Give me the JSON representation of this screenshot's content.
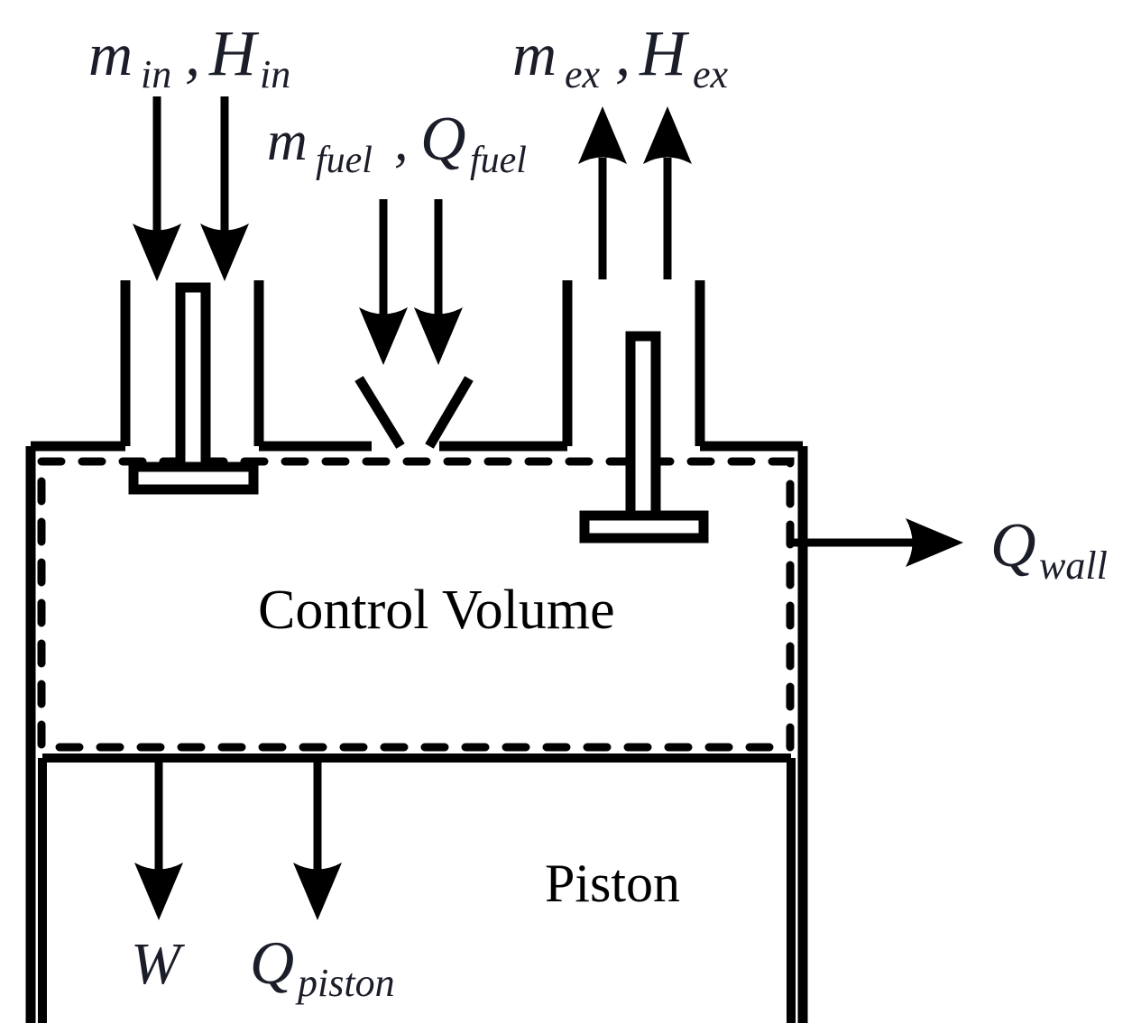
{
  "diagram": {
    "title": "Engine cylinder control volume energy balance",
    "background_color": "#ffffff",
    "line_color": "#000000",
    "label_color": "#1b1d29",
    "labels": {
      "intake": {
        "var1": "m",
        "sub1": "in",
        "sep": ", ",
        "var2": "H",
        "sub2": "in"
      },
      "exhaust": {
        "var1": "m",
        "sub1": "ex",
        "sep": ", ",
        "var2": "H",
        "sub2": "ex"
      },
      "fuel": {
        "var1": "m",
        "sub1": "fuel",
        "sep": ", ",
        "var2": "Q",
        "sub2": "fuel"
      },
      "wall": {
        "var1": "Q",
        "sub1": "wall"
      },
      "work": {
        "var1": "W"
      },
      "piston_heat": {
        "var1": "Q",
        "sub1": "piston"
      },
      "control_volume": "Control Volume",
      "piston": "Piston"
    },
    "arrows": [
      {
        "name": "intake-arrow-left",
        "direction": "down"
      },
      {
        "name": "intake-arrow-right",
        "direction": "down"
      },
      {
        "name": "fuel-arrow-left",
        "direction": "down"
      },
      {
        "name": "fuel-arrow-right",
        "direction": "down"
      },
      {
        "name": "exhaust-arrow-left",
        "direction": "up"
      },
      {
        "name": "exhaust-arrow-right",
        "direction": "up"
      },
      {
        "name": "wall-heat-arrow",
        "direction": "right"
      },
      {
        "name": "work-arrow",
        "direction": "down"
      },
      {
        "name": "piston-heat-arrow",
        "direction": "down"
      }
    ],
    "components": [
      {
        "name": "cylinder-wall",
        "style": "solid"
      },
      {
        "name": "control-volume-boundary",
        "style": "dashed"
      },
      {
        "name": "intake-valve",
        "state": "closed"
      },
      {
        "name": "exhaust-valve",
        "state": "open"
      },
      {
        "name": "fuel-injector",
        "style": "nozzle"
      },
      {
        "name": "piston-body",
        "style": "solid"
      }
    ]
  }
}
